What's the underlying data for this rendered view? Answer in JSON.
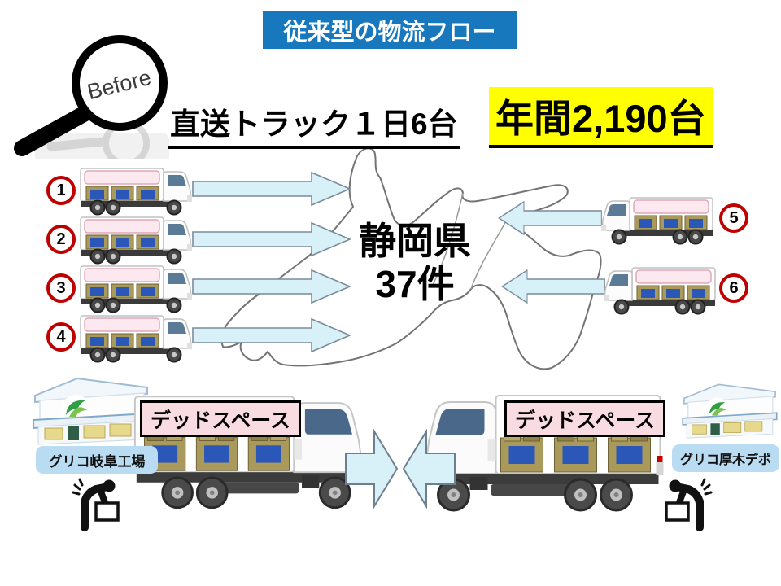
{
  "slide": {
    "banner": "従来型の物流フロー",
    "before_label": "Before",
    "headline_left": "直送トラック１日6台",
    "headline_right": "年間2,190台",
    "map_line1": "静岡県",
    "map_line2": "37件"
  },
  "trucks": {
    "left": [
      "1",
      "2",
      "3",
      "4"
    ],
    "right": [
      "5",
      "6"
    ]
  },
  "bottom": {
    "left_facility": "グリコ岐阜工場",
    "right_facility": "グリコ厚木デポ",
    "dead_space_left": "デッドスペース",
    "dead_space_right": "デッドスペース"
  },
  "icons": {
    "magnifier": "magnifier-before-icon",
    "map": "shizuoka-map-outline",
    "truck_small": "cargo-truck-icon",
    "truck_big": "large-cargo-truck-icon",
    "factory": "factory-building-icon",
    "worker": "worker-loading-box-icon",
    "arrow": "flow-arrow-icon"
  },
  "colors": {
    "banner_blue": "#1778BE",
    "highlight_yellow": "#FFFF00",
    "arrow_fill": "#D8F1F9",
    "number_circle_red": "#C00000",
    "facility_label_blue": "#B9DCF2",
    "dead_space_pink": "#F9DBE2"
  }
}
